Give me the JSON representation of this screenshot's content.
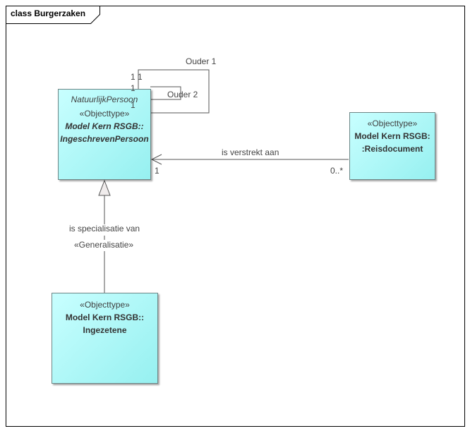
{
  "frame": {
    "title": "class Burgerzaken"
  },
  "classes": {
    "ingeschreven": {
      "name_top": "NatuurlijkPersoon",
      "stereotype": "«Objecttype»",
      "name_line1": "Model Kern RSGB::",
      "name_line2": "IngeschrevenPersoon"
    },
    "reisdocument": {
      "stereotype": "«Objecttype»",
      "name_line1": "Model Kern RSGB:",
      "name_line2": ":Reisdocument"
    },
    "ingezetene": {
      "stereotype": "«Objecttype»",
      "name_line1": "Model Kern RSGB::",
      "name_line2": "Ingezetene"
    }
  },
  "associations": {
    "ouder1": {
      "label": "Ouder 1",
      "mult_a": "1",
      "mult_b": "1"
    },
    "ouder2": {
      "label": "Ouder 2",
      "mult_a": "1",
      "mult_b": "1"
    },
    "verstrekt": {
      "label": "is verstrekt aan",
      "mult_target": "1",
      "mult_source": "0..*"
    }
  },
  "generalization": {
    "label": "is specialisatie van",
    "stereotype": "«Generalisatie»"
  }
}
